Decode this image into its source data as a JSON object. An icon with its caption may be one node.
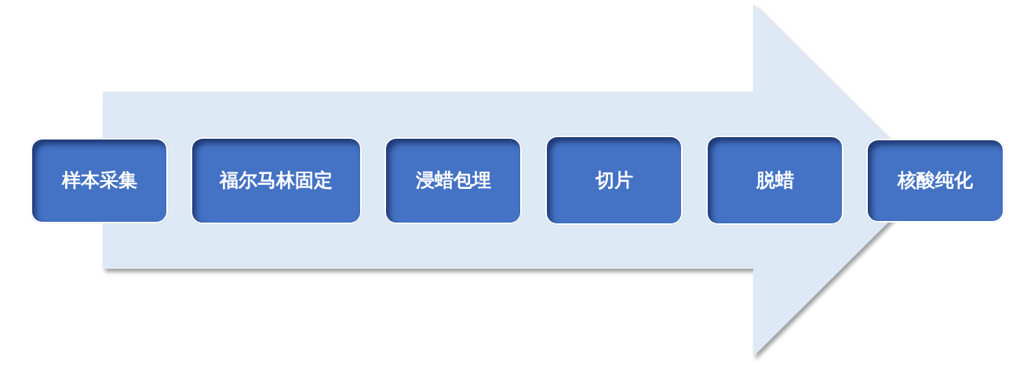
{
  "diagram": {
    "nodes": [
      {
        "text": [],
        "shape": "arrow"
      },
      {
        "text": [
          "样本采集"
        ]
      },
      {
        "text": [
          "福尔马林固定"
        ],
        "in": 0
      },
      {
        "text": [
          "浸蜡包埋"
        ],
        "in": 0
      },
      {
        "text": [
          "切片"
        ],
        "in": 0
      },
      {
        "text": [
          "脱蜡"
        ],
        "in": 0
      },
      {
        "text": [
          "核酸纯化"
        ]
      }
    ]
  }
}
